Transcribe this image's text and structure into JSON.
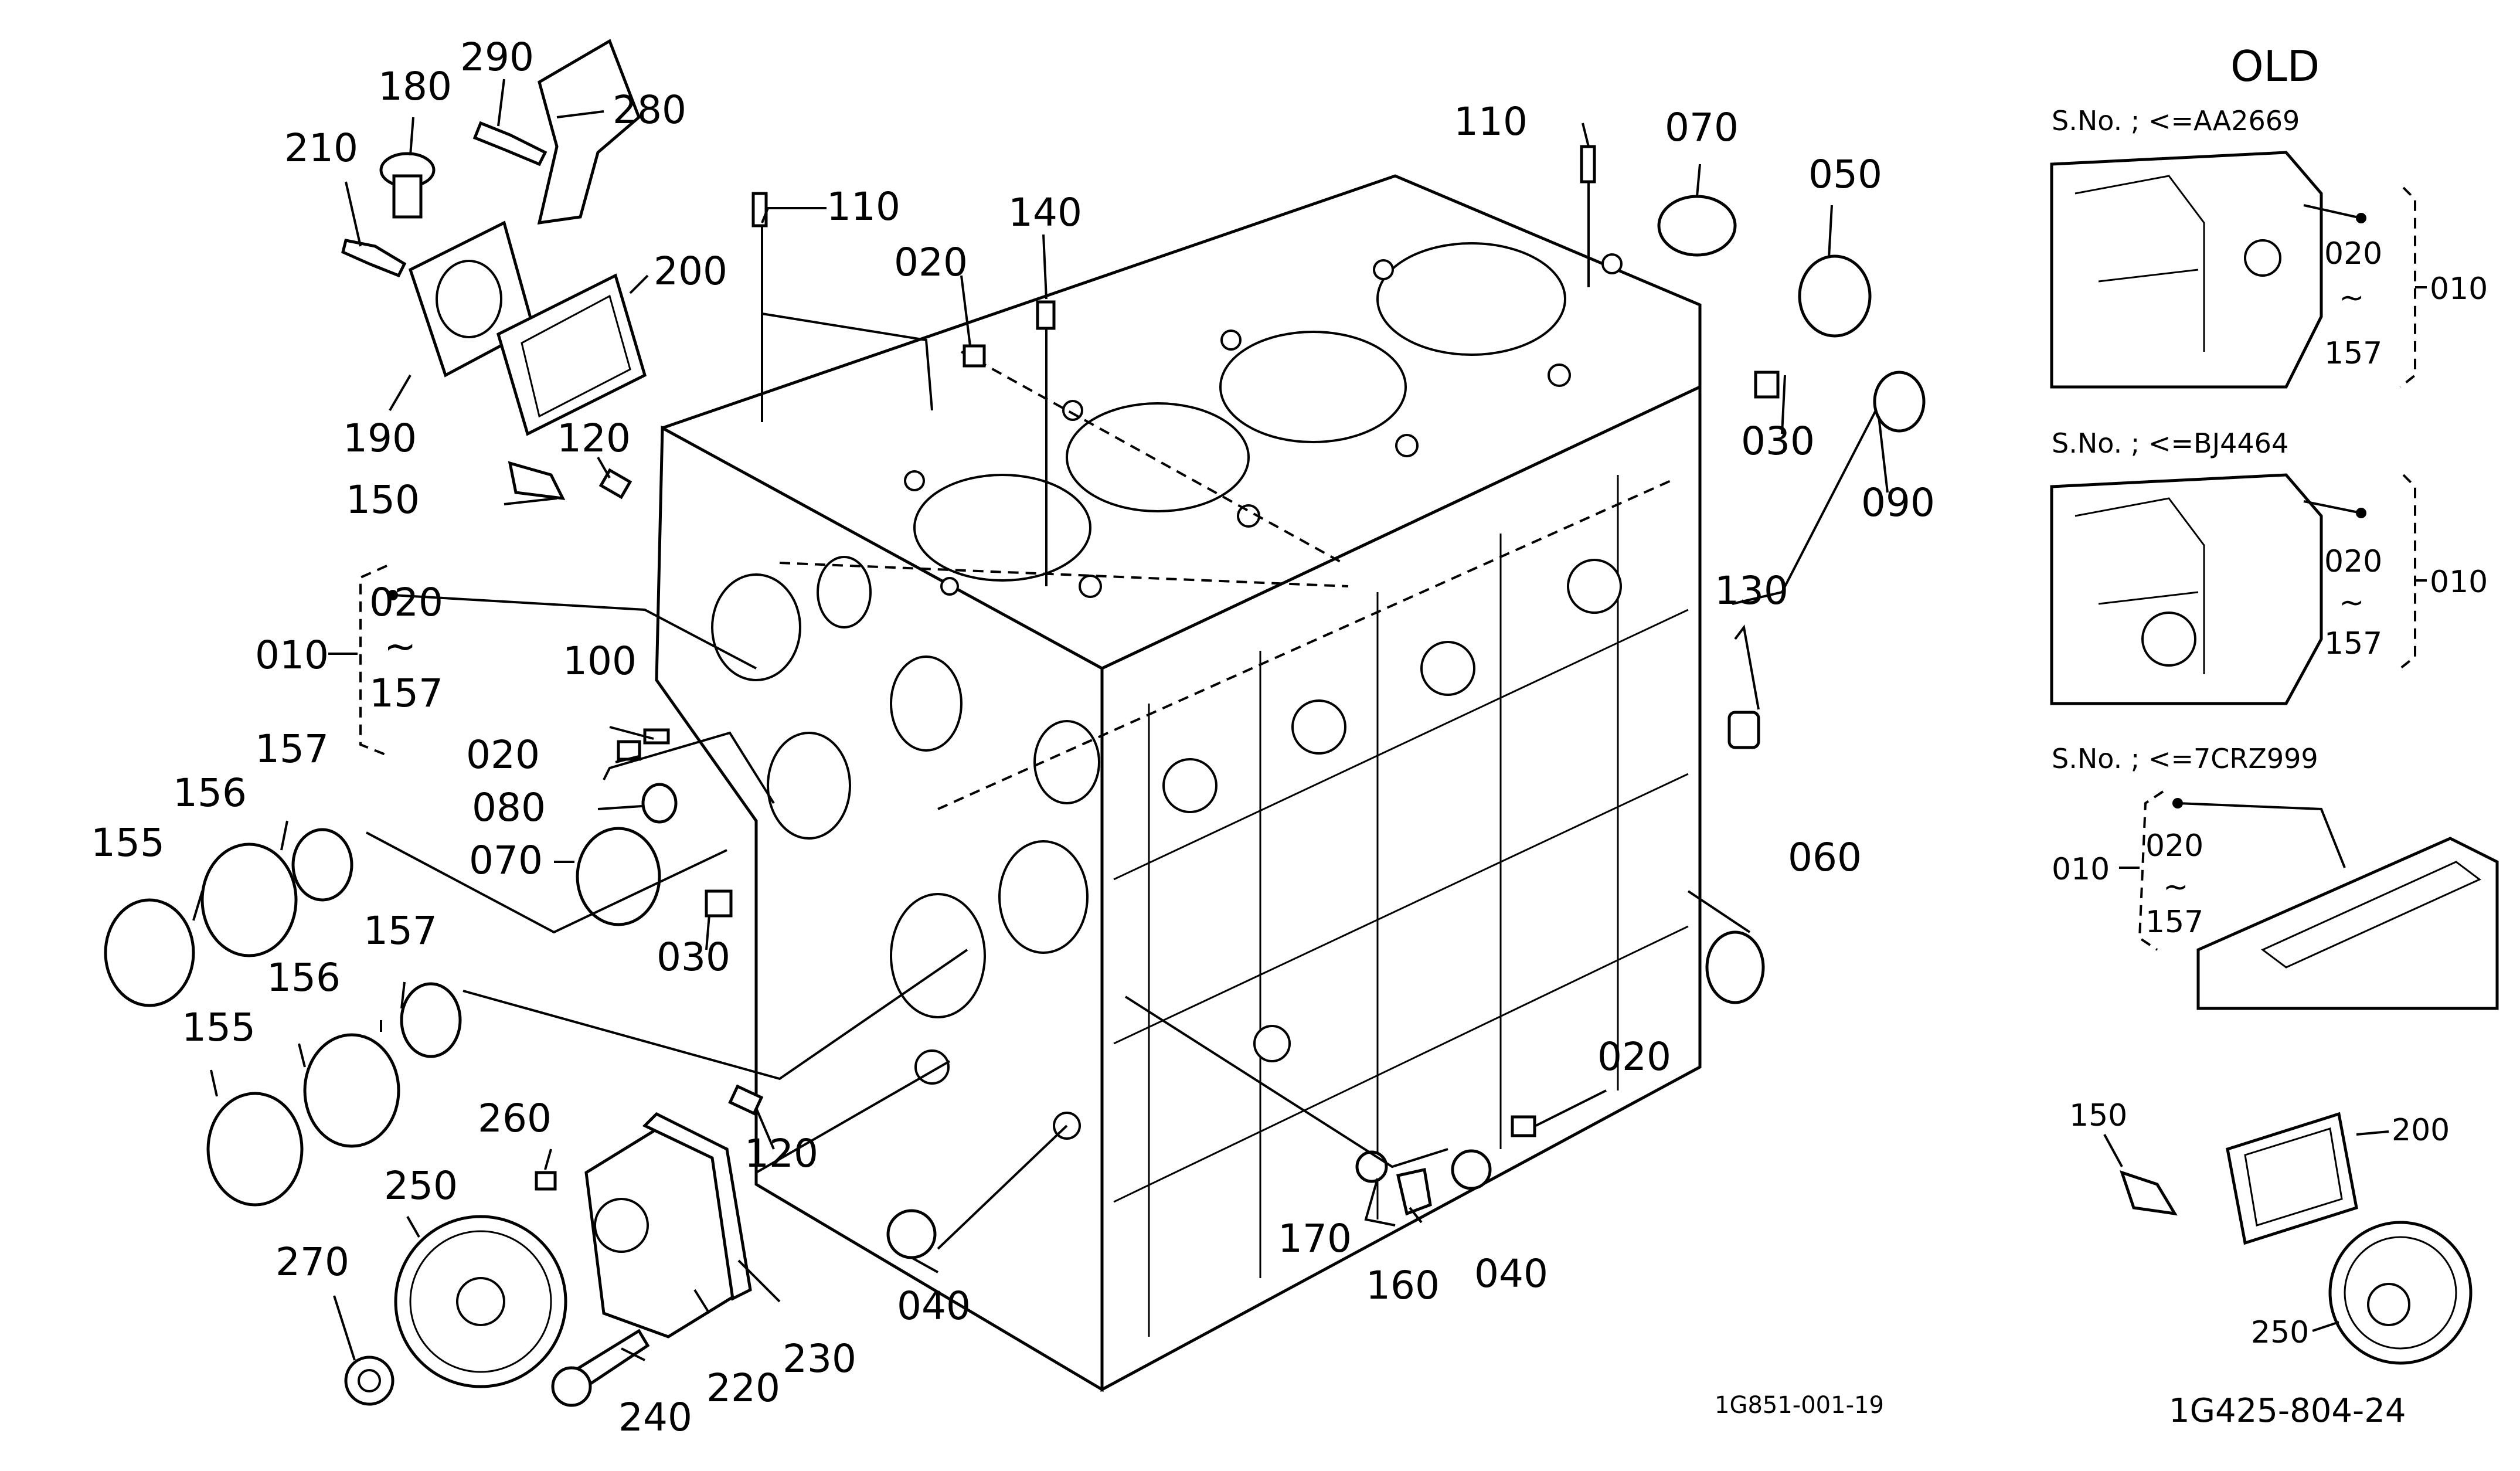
{
  "diagram": {
    "drawing_codes": {
      "main": "1G851-001-19",
      "old": "1G425-804-24"
    },
    "labels": {
      "l010": "010",
      "l020": "020",
      "l030": "030",
      "l040": "040",
      "l050": "050",
      "l060": "060",
      "l070": "070",
      "l080": "080",
      "l090": "090",
      "l100": "100",
      "l110": "110",
      "l120": "120",
      "l130": "130",
      "l140": "140",
      "l150": "150",
      "l155": "155",
      "l156": "156",
      "l157": "157",
      "l160": "160",
      "l170": "170",
      "l180": "180",
      "l190": "190",
      "l200": "200",
      "l210": "210",
      "l220": "220",
      "l230": "230",
      "l240": "240",
      "l250": "250",
      "l260": "260",
      "l270": "270",
      "l280": "280",
      "l290": "290",
      "tilde": "~"
    },
    "old_panel": {
      "title": "OLD",
      "serials": [
        "S.No. ; <=AA2669",
        "S.No. ; <=BJ4464",
        "S.No. ; <=7CRZ999"
      ]
    }
  }
}
